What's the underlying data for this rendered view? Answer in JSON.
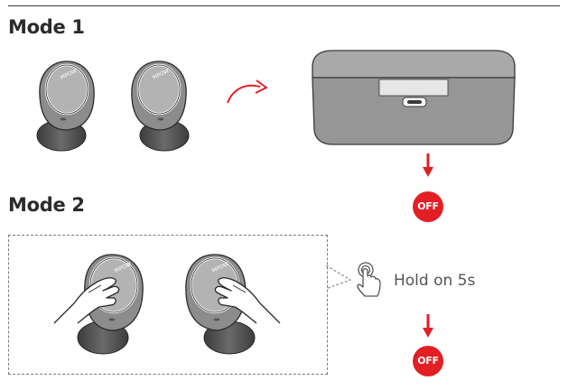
{
  "sections": {
    "mode1": {
      "title": "Mode 1",
      "status": "OFF"
    },
    "mode2": {
      "title": "Mode 2",
      "instruction": "Hold on 5s",
      "status": "OFF"
    }
  },
  "earbud_brand": "MPOW",
  "colors": {
    "accent_red": "#e31e24",
    "outline": "#3a3a3a",
    "earbud_gray": "#8c8c8c",
    "case_gray": "#9a9a9a"
  },
  "icons": [
    "curved-arrow-icon",
    "down-arrow-icon",
    "tap-finger-icon",
    "pointing-hand-icon"
  ]
}
